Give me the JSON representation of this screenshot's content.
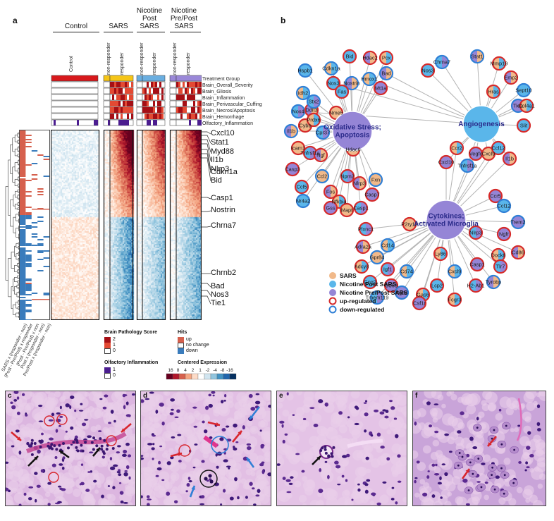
{
  "panel_a": {
    "letter": "a",
    "groups": [
      {
        "label": "Control"
      },
      {
        "label": "SARS"
      },
      {
        "label": "Nicotine\nPost\nSARS"
      },
      {
        "label": "Nicotine\nPre/Post\nSARS"
      }
    ],
    "subgroups": [
      "Control",
      "non-responder",
      "responder",
      "non-responder",
      "responder",
      "non-responder",
      "responder"
    ],
    "tracks": [
      "Treatment Group",
      "Brain_Overall_Severity",
      "Brain_Gliosis",
      "Brain_Inflammation",
      "Brain_Perivascular_Cuffing",
      "Brain_Necros/Apoptosis",
      "Brain_Hemorrhage",
      "Olfactory_Inflammation"
    ],
    "genes_upper": [
      "Cxcl10",
      "Stat1",
      "Myd88",
      "Il1b",
      "Nlrp3",
      "Cdkn1a",
      "Bid",
      "Casp1",
      "Nostrin",
      "Chrna7"
    ],
    "genes_lower": [
      "Chrnb2",
      "Bad",
      "Nos3",
      "Tie1"
    ],
    "hits_columns": [
      "SARS x (responder - non)",
      "(Post - Pre/Post) x responder",
      "(Post - Pre/Post) x non",
      "Post x (responder - non)",
      "Pre/Post x (responder - non)"
    ],
    "legends": {
      "pathology_title": "Brain Pathology Score",
      "pathology_levels": [
        "2",
        "1",
        "0"
      ],
      "hits_title": "Hits",
      "hits_levels": [
        "up",
        "no change",
        "down"
      ],
      "olfactory_title": "Olfactory Inflammation",
      "olfactory_levels": [
        "1",
        "0"
      ],
      "centered_title": "Centered Expression",
      "centered_ticks": [
        "16",
        "8",
        "4",
        "2",
        "1",
        "-2",
        "-4",
        "-8",
        "-16"
      ]
    }
  },
  "panel_b": {
    "letter": "b",
    "hubs": [
      {
        "label": "Oxidative Stress;\nApoptosis"
      },
      {
        "label": "Angiogenesis"
      },
      {
        "label": "Cytokines;\nActivated Microglia"
      }
    ],
    "oxidative_nodes": [
      "Cdkn1a",
      "Bid",
      "Hdac2",
      "Pcx",
      "Nos3",
      "Nostrin",
      "Hmox1",
      "Hspb1",
      "Bad",
      "Idh2",
      "Nox4",
      "Il1b",
      "Icam1",
      "Tnfrsf1a",
      "Casp3",
      "Ccl2",
      "Ccl5",
      "Fos",
      "Nfkbia",
      "Nr4a2",
      "Gss",
      "Mapt",
      "Casp1",
      "Casp7",
      "Fxn",
      "Npm2",
      "Nlrp3",
      "Hdac6",
      "Cpr37",
      "Ddit3",
      "Nme5",
      "Stx2",
      "Ngf",
      "Cybb",
      "Fas",
      "Mt1a",
      "Prdx6"
    ],
    "angio_nodes": [
      "Chrna7",
      "Stat1",
      "Mmp19",
      "Nos3",
      "Emp2",
      "Hras",
      "Sept10",
      "Tie1",
      "Col4a1",
      "Slit",
      "Cxcl10",
      "Ccr2",
      "Tnfrsf1a",
      "Vegfc",
      "Cxcl9",
      "Ccl12",
      "Il1b"
    ],
    "cytokine_nodes": [
      "Ccr5",
      "P2ry12",
      "Plxnc1",
      "Adra2a",
      "Cd14",
      "Ccl12",
      "Trem2",
      "Gpr84",
      "Nlrp3",
      "Ngfr",
      "Adcy8",
      "Igf1",
      "Cd86",
      "Dock8",
      "Gng2",
      "Cd68",
      "Cd74",
      "Tmem119",
      "Itgax",
      "Gas6",
      "Tlr7",
      "Casp1",
      "Cxcl9",
      "Lcp2",
      "Csf1r",
      "Fcgr3",
      "H2-Ab1",
      "Tyrobp",
      "Ly86"
    ],
    "legend": [
      {
        "label": "SARS",
        "color": "#f1b98a"
      },
      {
        "label": "Nicotine Post SARS",
        "color": "#5ab6ea"
      },
      {
        "label": "Nicotine Pre/Post SARS",
        "color": "#9585d6"
      },
      {
        "label": "up-regulated",
        "color": "#d62a2a"
      },
      {
        "label": "down-regulated",
        "color": "#2f7fd6"
      }
    ]
  },
  "micrographs": [
    {
      "letter": "c"
    },
    {
      "letter": "d"
    },
    {
      "letter": "e"
    },
    {
      "letter": "f"
    }
  ],
  "colors": {
    "up": "#b2182b",
    "down": "#2166ac",
    "sars": "#f5c518",
    "post": "#6aaee0",
    "prepost": "#9a88d8",
    "control": "#d7191c",
    "olf": "#4b1d8f",
    "he_bg": "#d7b6dc"
  }
}
